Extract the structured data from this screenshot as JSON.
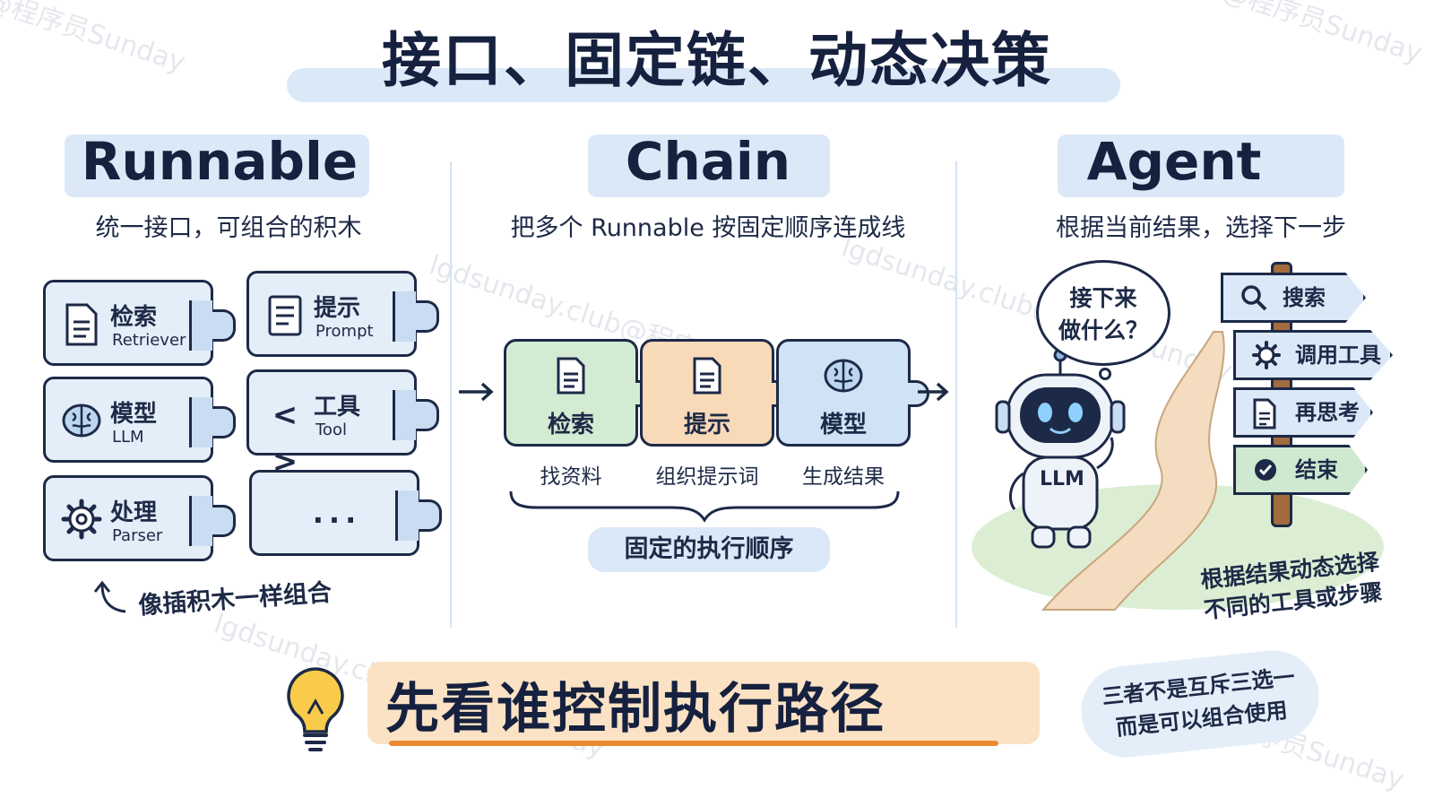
{
  "title": "接口、固定链、动态决策",
  "watermarks": [
    "@程序员Sunday",
    "lgdsunday.club@程序员Sunday",
    "@程序员Sunday",
    "lgdsunday.club@程序员Sunday",
    "lgdsunday.club@程序员Sunday",
    "@程序员Sunday"
  ],
  "runnable": {
    "title": "Runnable",
    "subtitle": "统一接口，可组合的积木",
    "blocks": [
      {
        "zh": "检索",
        "en": "Retriever",
        "icon": "document-icon"
      },
      {
        "zh": "提示",
        "en": "Prompt",
        "icon": "note-icon"
      },
      {
        "zh": "模型",
        "en": "LLM",
        "icon": "brain-icon"
      },
      {
        "zh": "工具",
        "en": "Tool",
        "icon": "code-icon"
      },
      {
        "zh": "处理",
        "en": "Parser",
        "icon": "gear-icon"
      },
      {
        "zh": "",
        "en": "",
        "dots": "..."
      }
    ],
    "caption": "像插积木一样组合"
  },
  "chain": {
    "title": "Chain",
    "subtitle": "把多个 Runnable 按固定顺序连成线",
    "steps": [
      {
        "label": "检索",
        "desc": "找资料",
        "color": "#d4ebd3",
        "icon": "document-icon"
      },
      {
        "label": "提示",
        "desc": "组织提示词",
        "color": "#f8d9b8",
        "icon": "document-icon"
      },
      {
        "label": "模型",
        "desc": "生成结果",
        "color": "#cfe2f6",
        "icon": "brain-icon"
      }
    ],
    "caption": "固定的执行顺序"
  },
  "agent": {
    "title": "Agent",
    "subtitle": "根据当前结果，选择下一步",
    "bubble": [
      "接下来",
      "做什么？"
    ],
    "robot_label": "LLM",
    "signs": [
      {
        "label": "搜索",
        "icon": "search-icon"
      },
      {
        "label": "调用工具",
        "icon": "gear-icon"
      },
      {
        "label": "再思考",
        "icon": "document-icon"
      },
      {
        "label": "结束",
        "icon": "check-icon"
      }
    ],
    "note": [
      "根据结果动态选择",
      "不同的工具或步骤"
    ]
  },
  "footer": {
    "headline": "先看谁控制执行路径",
    "cloud": [
      "三者不是互斥三选一",
      "而是可以组合使用"
    ]
  },
  "colors": {
    "ink": "#1d2a47",
    "blue_hl": "#dbe8f8",
    "orange_hl": "#fbe2c4",
    "green": "#d4ebd3",
    "orange": "#f8d9b8"
  }
}
